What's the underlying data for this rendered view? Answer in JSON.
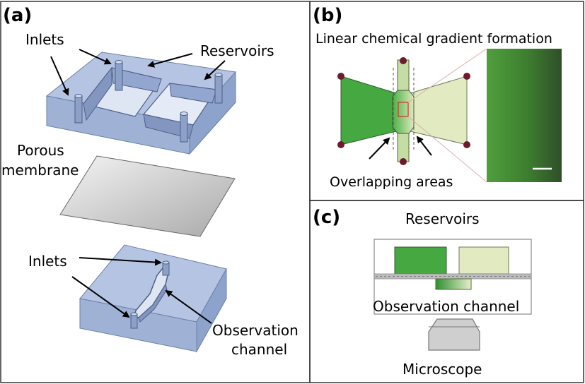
{
  "panels": {
    "a": {
      "label": "(a)",
      "top_labels": {
        "inlets": "Inlets",
        "reservoirs": "Reservoirs"
      },
      "membrane_label": {
        "line1": "Porous",
        "line2": "membrane"
      },
      "bottom_labels": {
        "inlets": "Inlets",
        "channel_line1": "Observation",
        "channel_line2": "channel"
      }
    },
    "b": {
      "label": "(b)",
      "title": "Linear chemical gradient formation",
      "overlap_label": "Overlapping areas"
    },
    "c": {
      "label": "(c)",
      "reservoirs_label": "Reservoirs",
      "channel_label": "Observation channel",
      "microscope_label": "Microscope"
    }
  },
  "colors": {
    "chip_blue": "#9eb3d6",
    "green_dark": "#3ea53a",
    "green_light": "#e3ecc3",
    "connector_dot": "#6b1b2b"
  }
}
